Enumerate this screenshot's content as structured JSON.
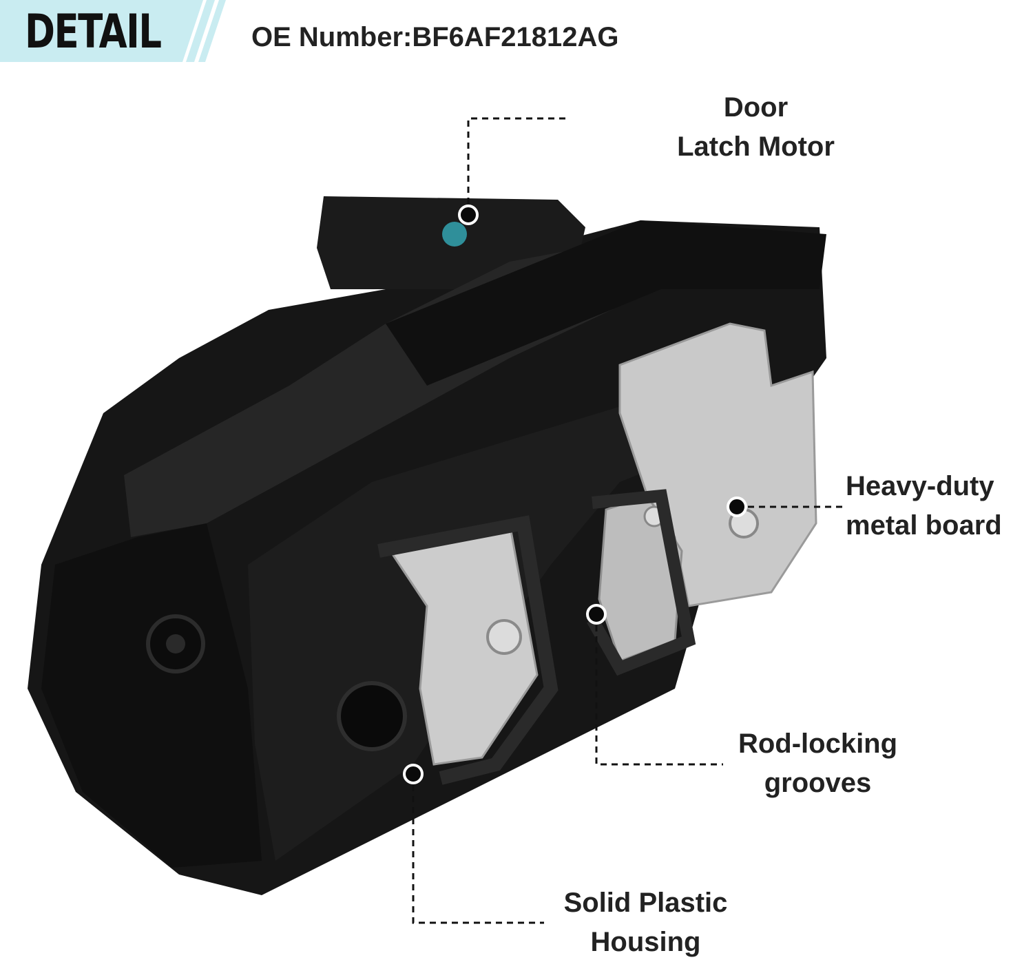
{
  "header": {
    "badge": "DETAIL",
    "oe_number": "OE Number:BF6AF21812AG"
  },
  "callouts": {
    "motor": {
      "line1": "Door",
      "line2": "Latch Motor"
    },
    "metal_board": {
      "line1": "Heavy-duty",
      "line2": "metal board"
    },
    "rod_grooves": {
      "line1": "Rod-locking",
      "line2": "grooves"
    },
    "housing": {
      "line1": "Solid Plastic",
      "line2": "Housing"
    }
  },
  "colors": {
    "banner_accent": "#c9ecf1",
    "plastic": "#141414",
    "metal": "#c9c9c9",
    "text": "#222222"
  }
}
